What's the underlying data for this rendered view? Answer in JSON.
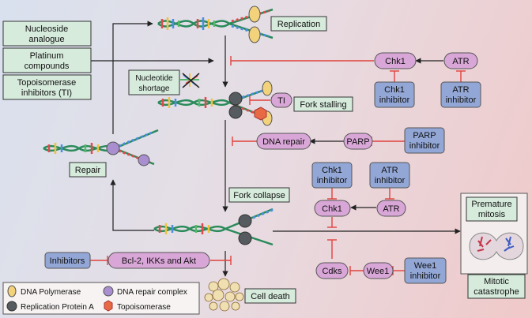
{
  "drugs": {
    "nucleoside": [
      "Nucleoside",
      "analogue"
    ],
    "platinum": [
      "Platinum",
      "compounds"
    ],
    "topo": [
      "Topoisomerase",
      "inhibitors (TI)"
    ]
  },
  "stages": {
    "replication": "Replication",
    "nucleotide_shortage": [
      "Nucleotide",
      "shortage"
    ],
    "fork_stalling": "Fork stalling",
    "repair": "Repair",
    "fork_collapse": "Fork collapse",
    "premature_mitosis": [
      "Premature",
      "mitosis"
    ],
    "mitotic_catastrophe": [
      "Mitotic",
      "catastrophe"
    ],
    "cell_death": "Cell death"
  },
  "nodes": {
    "chk1_top": "Chk1",
    "atr_top": "ATR",
    "ti": "TI",
    "dna_repair": "DNA repair",
    "parp": "PARP",
    "chk1_mid": "Chk1",
    "atr_mid": "ATR",
    "cdks": "Cdks",
    "wee1": "Wee1",
    "inhibitors": "Inhibitors",
    "bcl2": "Bcl-2, IKKs and Akt"
  },
  "inhibitor_boxes": {
    "chk1_inh_top": [
      "Chk1",
      "inhibitor"
    ],
    "atr_inh_top": [
      "ATR",
      "inhibitor"
    ],
    "parp_inh": [
      "PARP",
      "inhibitor"
    ],
    "chk1_inh_mid": [
      "Chk1",
      "inhibitor"
    ],
    "atr_inh_mid": [
      "ATR",
      "inhibitor"
    ],
    "wee1_inh": [
      "Wee1",
      "inhibitor"
    ]
  },
  "legend": {
    "polymerase": "DNA Polymerase",
    "repair_complex": "DNA repair complex",
    "rpa": "Replication Protein A",
    "topo": "Topoisomerase"
  },
  "colors": {
    "green_box": "#d6ebdc",
    "blue_box": "#93a7d6",
    "pink_node": "#d9a6d8",
    "inhibit_red": "#e0423c",
    "polymerase": "#f2d27a",
    "repair_complex": "#a98fd0",
    "rpa": "#555b5e",
    "topo": "#e86a45"
  }
}
